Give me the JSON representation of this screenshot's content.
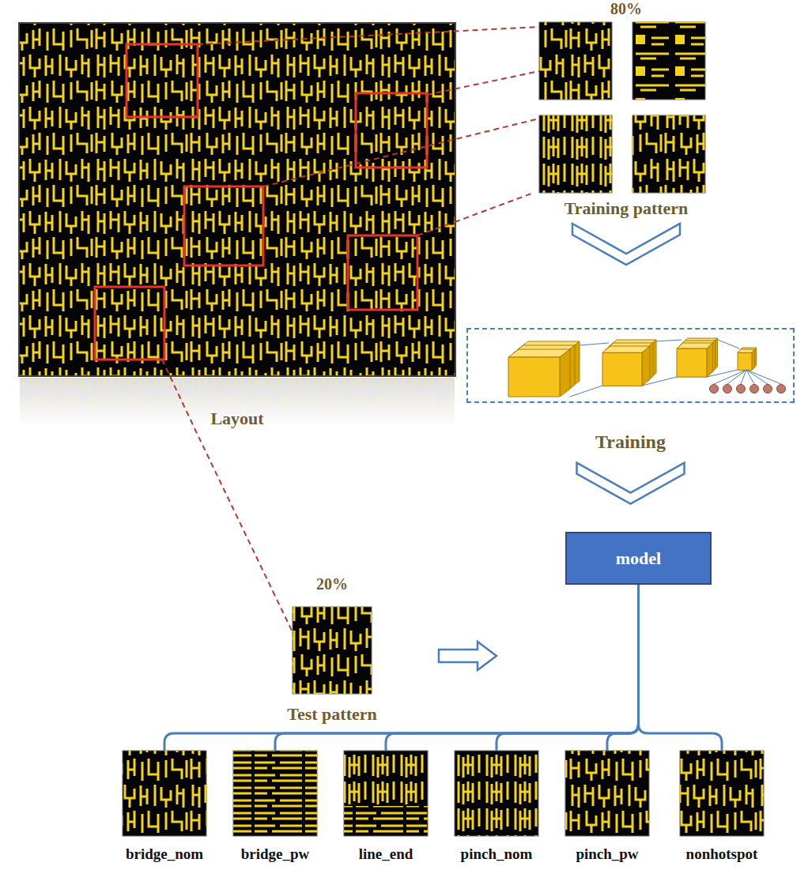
{
  "diagram": {
    "nodes": [
      {
        "text": [
          "Layout"
        ]
      },
      {
        "text": [
          "80%",
          "Training pattern"
        ]
      },
      {
        "text": [
          "Training"
        ]
      },
      {
        "text": [
          "model"
        ]
      },
      {
        "text": [
          "20%",
          "Test pattern"
        ]
      },
      {
        "text": [
          "bridge_nom"
        ]
      },
      {
        "text": [
          "bridge_pw"
        ]
      },
      {
        "text": [
          "line_end"
        ]
      },
      {
        "text": [
          "pinch_nom"
        ]
      },
      {
        "text": [
          "pinch_pw"
        ]
      },
      {
        "text": [
          "nonhotspot"
        ]
      }
    ],
    "edges": [
      {
        "from": 0,
        "to": 1,
        "arrow": "none"
      },
      {
        "from": 0,
        "to": 4,
        "arrow": "none"
      },
      {
        "from": 1,
        "to": 2,
        "arrow": "to"
      },
      {
        "from": 2,
        "to": 3,
        "arrow": "to"
      },
      {
        "from": 4,
        "to": 3,
        "arrow": "to"
      },
      {
        "from": 3,
        "to": 5,
        "arrow": "none"
      },
      {
        "from": 3,
        "to": 6,
        "arrow": "none"
      },
      {
        "from": 3,
        "to": 7,
        "arrow": "none"
      },
      {
        "from": 3,
        "to": 8,
        "arrow": "none"
      },
      {
        "from": 3,
        "to": 9,
        "arrow": "none"
      },
      {
        "from": 3,
        "to": 10,
        "arrow": "none"
      }
    ]
  }
}
